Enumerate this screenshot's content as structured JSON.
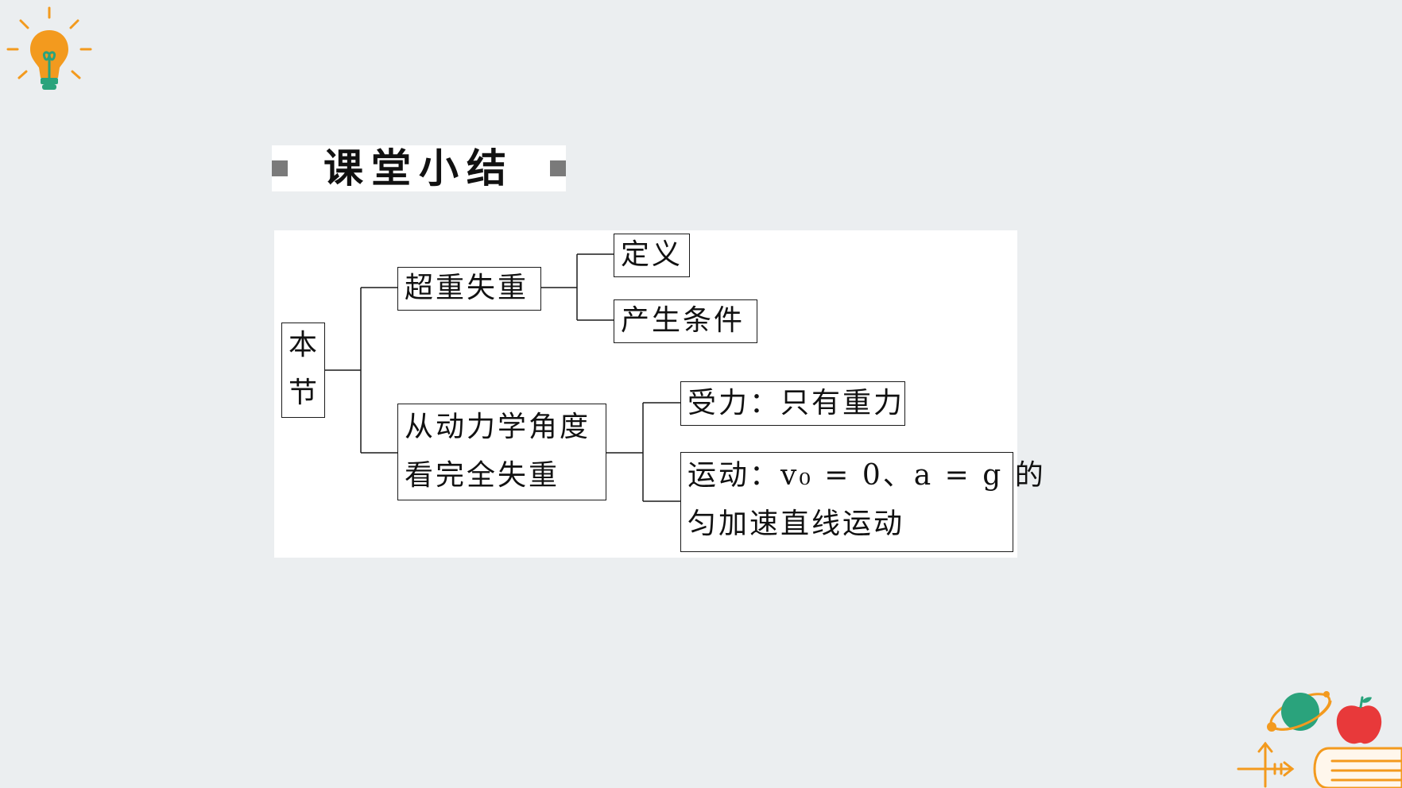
{
  "title": "课堂小结",
  "icons": {
    "top_left": "lightbulb-icon",
    "bottom_right": "science-books-decoration"
  },
  "colors": {
    "background": "#ebeef0",
    "accent_orange": "#f39a1e",
    "accent_teal": "#2aa37c",
    "apple_red": "#e8393a",
    "title_square": "#7a7a7a"
  },
  "diagram": {
    "root": {
      "line1": "本",
      "line2": "节"
    },
    "overweight": {
      "label": "超重失重",
      "children": {
        "definition": "定义",
        "conditions": "产生条件"
      }
    },
    "dynamics": {
      "line1": "从动力学角度",
      "line2": "看完全失重",
      "children": {
        "force": "受力：只有重力",
        "motion_line1": "运动：v₀ = 0、a = g 的",
        "motion_line2": "匀加速直线运动"
      }
    }
  }
}
